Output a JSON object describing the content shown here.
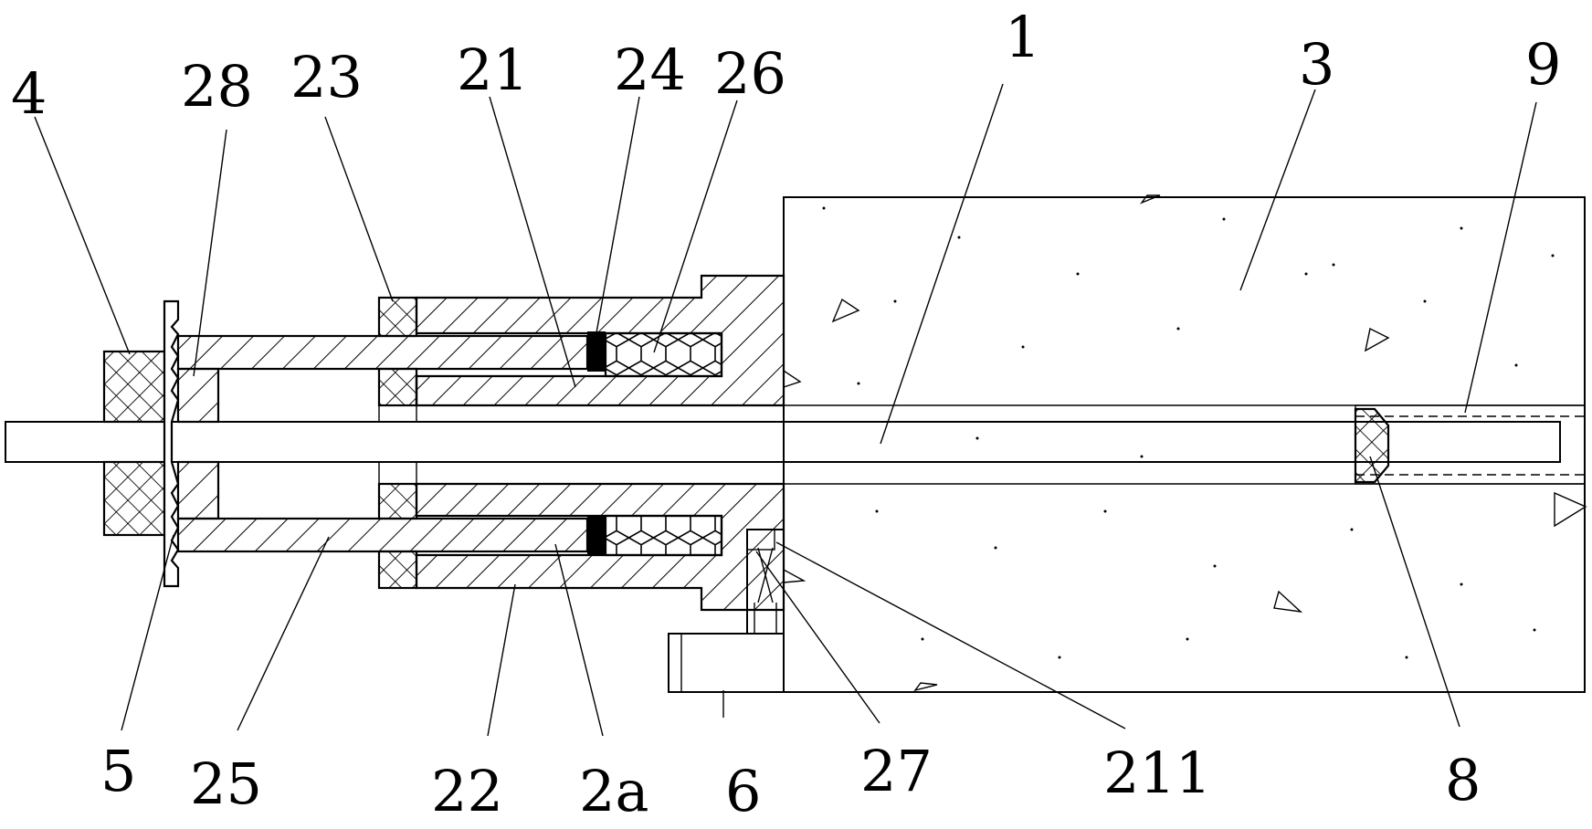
{
  "labels": {
    "l4": "4",
    "l28": "28",
    "l23": "23",
    "l21": "21",
    "l24": "24",
    "l26": "26",
    "l1": "1",
    "l3": "3",
    "l9": "9",
    "l5": "5",
    "l25": "25",
    "l22": "22",
    "l2a": "2a",
    "l6": "6",
    "l27": "27",
    "l211": "211",
    "l8": "8"
  },
  "colors": {
    "line": "#000000",
    "background": "#ffffff"
  }
}
